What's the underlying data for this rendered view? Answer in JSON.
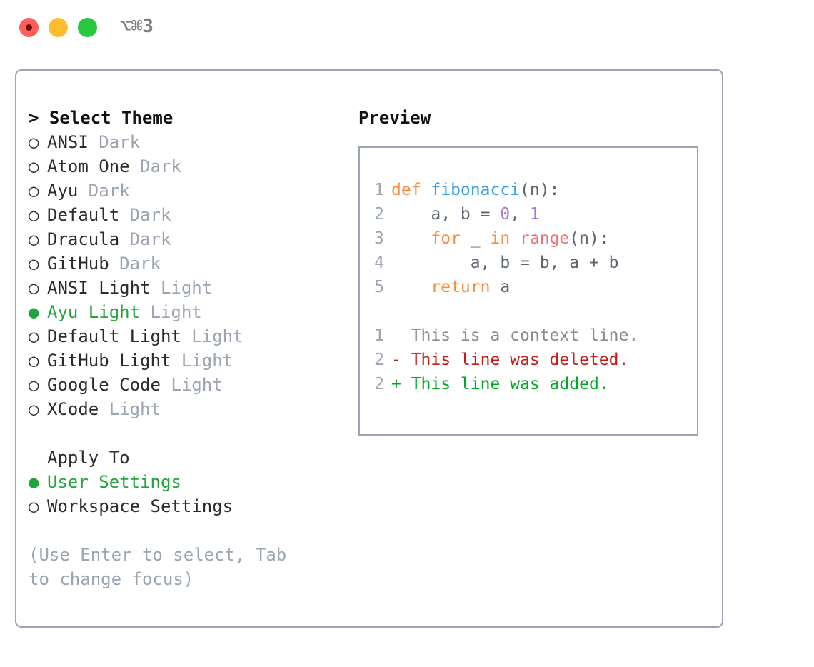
{
  "titlebar": {
    "shortcut": "⌥⌘3",
    "lights": [
      "close-light",
      "minimize-light",
      "maximize-light"
    ]
  },
  "theme_panel": {
    "heading": "> Select Theme",
    "items": [
      {
        "marker": "○",
        "label": "ANSI",
        "tag": "Dark",
        "selected": false
      },
      {
        "marker": "○",
        "label": "Atom One",
        "tag": "Dark",
        "selected": false
      },
      {
        "marker": "○",
        "label": "Ayu",
        "tag": "Dark",
        "selected": false
      },
      {
        "marker": "○",
        "label": "Default",
        "tag": "Dark",
        "selected": false
      },
      {
        "marker": "○",
        "label": "Dracula",
        "tag": "Dark",
        "selected": false
      },
      {
        "marker": "○",
        "label": "GitHub",
        "tag": "Dark",
        "selected": false
      },
      {
        "marker": "○",
        "label": "ANSI Light",
        "tag": "Light",
        "selected": false
      },
      {
        "marker": "●",
        "label": "Ayu Light",
        "tag": "Light",
        "selected": true
      },
      {
        "marker": "○",
        "label": "Default Light",
        "tag": "Light",
        "selected": false
      },
      {
        "marker": "○",
        "label": "GitHub Light",
        "tag": "Light",
        "selected": false
      },
      {
        "marker": "○",
        "label": "Google Code",
        "tag": "Light",
        "selected": false
      },
      {
        "marker": "○",
        "label": "XCode",
        "tag": "Light",
        "selected": false
      }
    ]
  },
  "apply_to": {
    "heading": "Apply To",
    "items": [
      {
        "marker": "●",
        "label": "User Settings",
        "selected": true
      },
      {
        "marker": "○",
        "label": "Workspace Settings",
        "selected": false
      }
    ]
  },
  "hint": "(Use Enter to select, Tab to change focus)",
  "preview": {
    "heading": "Preview",
    "code_lines": [
      {
        "no": "1",
        "tokens": [
          {
            "t": "def ",
            "c": "kw"
          },
          {
            "t": "fibonacci",
            "c": "fn"
          },
          {
            "t": "(n):",
            "c": "pln"
          }
        ]
      },
      {
        "no": "2",
        "tokens": [
          {
            "t": "    a, b = ",
            "c": "pln"
          },
          {
            "t": "0",
            "c": "num"
          },
          {
            "t": ", ",
            "c": "pln"
          },
          {
            "t": "1",
            "c": "num"
          }
        ]
      },
      {
        "no": "3",
        "tokens": [
          {
            "t": "    ",
            "c": "pln"
          },
          {
            "t": "for",
            "c": "kw"
          },
          {
            "t": " _ ",
            "c": "pln"
          },
          {
            "t": "in",
            "c": "kw"
          },
          {
            "t": " ",
            "c": "pln"
          },
          {
            "t": "range",
            "c": "call"
          },
          {
            "t": "(n):",
            "c": "pln"
          }
        ]
      },
      {
        "no": "4",
        "tokens": [
          {
            "t": "        a, b = b, a + b",
            "c": "pln"
          }
        ]
      },
      {
        "no": "5",
        "tokens": [
          {
            "t": "    ",
            "c": "pln"
          },
          {
            "t": "return",
            "c": "kw"
          },
          {
            "t": " a",
            "c": "pln"
          }
        ]
      }
    ],
    "diff_lines": [
      {
        "no": "1",
        "text": "  This is a context line.",
        "kind": "ctx"
      },
      {
        "no": "2",
        "text": "- This line was deleted.",
        "kind": "del"
      },
      {
        "no": "2",
        "text": "+ This line was added.",
        "kind": "add"
      }
    ]
  },
  "colors": {
    "accent_green": "#23a33c",
    "muted": "#9aa5b1",
    "keyword": "#fa8d3e",
    "function": "#399ee6",
    "number": "#a37acc",
    "call": "#f07171",
    "plain": "#5c6773",
    "deleted": "#c41a16",
    "added": "#00a824",
    "light_red": "#ff5f56",
    "light_yellow": "#ffbd2e",
    "light_green": "#27c93f"
  }
}
